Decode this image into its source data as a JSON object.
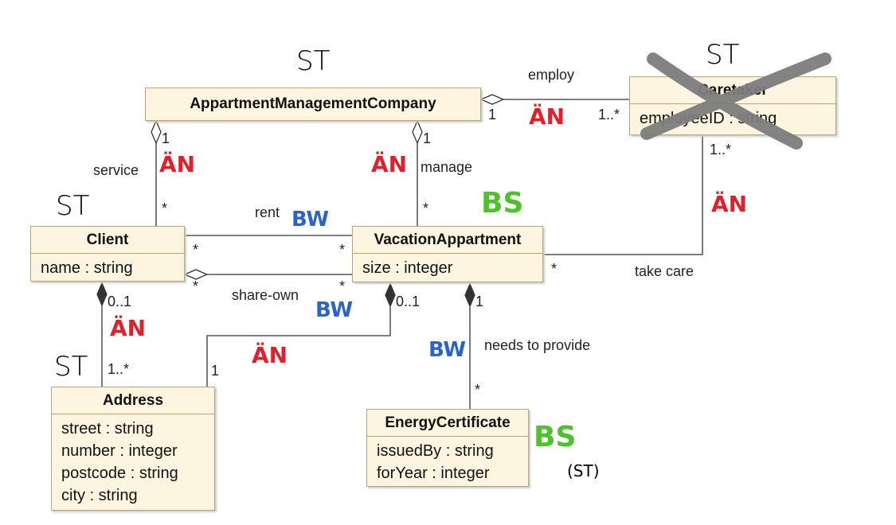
{
  "classes": {
    "company": {
      "name": "AppartmentManagementCompany"
    },
    "caretaker": {
      "name": "Caretaker",
      "attrs": [
        "employeeID : string"
      ]
    },
    "client": {
      "name": "Client",
      "attrs": [
        "name : string"
      ]
    },
    "vacation": {
      "name": "VacationAppartment",
      "attrs": [
        "size : integer"
      ]
    },
    "address": {
      "name": "Address",
      "attrs": [
        "street : string",
        "number : integer",
        "postcode : string",
        "city : string"
      ]
    },
    "energy": {
      "name": "EnergyCertificate",
      "attrs": [
        "issuedBy : string",
        "forYear : integer"
      ]
    }
  },
  "associations": {
    "employ": {
      "name": "employ",
      "m1": "1",
      "m2": "1..*"
    },
    "service": {
      "name": "service",
      "m1": "1",
      "m2": "*"
    },
    "manage": {
      "name": "manage",
      "m1": "1",
      "m2": "*"
    },
    "rent": {
      "name": "rent",
      "m1": "*",
      "m2": "*"
    },
    "share_own": {
      "name": "share-own",
      "m1": "*",
      "m2": "*"
    },
    "take_care": {
      "name": "take care",
      "m1": "1..*",
      "m2": "*"
    },
    "client_address": {
      "m1": "0..1",
      "m2": "1..*"
    },
    "vacation_address": {
      "m1": "0..1",
      "m2": "1"
    },
    "needs": {
      "name": "needs to provide",
      "m1": "1",
      "m2": "*"
    }
  },
  "annotations": {
    "st": "ST",
    "an": "ÄN",
    "bw": "BW",
    "bs": "BS",
    "st_paren": "(ST)"
  },
  "colors": {
    "st": "#000000",
    "an": "#e0202a",
    "bw": "#2a63c9",
    "bs": "#4ec22a",
    "cross": "#808080",
    "class_fill": "#fdf5df"
  }
}
